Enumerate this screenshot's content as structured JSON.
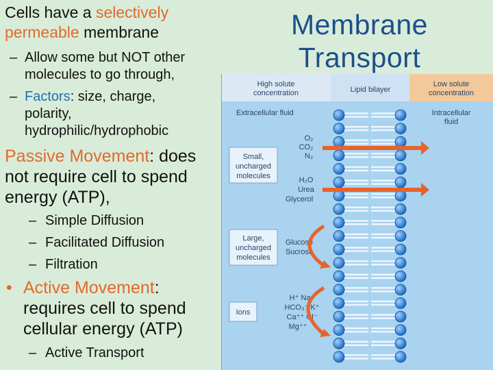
{
  "title": {
    "line1": "Membrane",
    "line2": "Transport"
  },
  "left": {
    "heading": {
      "pre": "Cells have a ",
      "accent": "selectively",
      "line2_accent": "permeable",
      "line2_post": " membrane"
    },
    "sub1": {
      "dash": "–",
      "line1": "Allow some but NOT other",
      "line2": "molecules to go through,"
    },
    "sub2": {
      "dash": "–",
      "accent": "Factors",
      "post": ": size, charge,",
      "line2": "polarity,",
      "line3": "hydrophilic/hydrophobic"
    },
    "passive": {
      "accent": "Passive Movement",
      "colon": ": does",
      "line2": "not require cell to spend",
      "line3": "energy (ATP),"
    },
    "passive_items": [
      {
        "dash": "–",
        "text": "Simple Diffusion"
      },
      {
        "dash": "–",
        "text": "Facilitated Diffusion"
      },
      {
        "dash": "–",
        "text": "Filtration"
      }
    ],
    "active": {
      "bullet": "•",
      "accent": "Active Movement",
      "colon": ":",
      "line2": "requires cell to spend",
      "line3": "cellular energy (ATP)"
    },
    "active_item": {
      "dash": "–",
      "text": "Active Transport"
    }
  },
  "figure": {
    "high_solute": {
      "line1": "High solute",
      "line2": "concentration"
    },
    "lipid_bilayer": "Lipid bilayer",
    "low_solute": {
      "line1": "Low solute",
      "line2": "concentration"
    },
    "extracellular": "Extracellular fluid",
    "intracellular": {
      "line1": "Intracellular",
      "line2": "fluid"
    },
    "small_box": {
      "line1": "Small,",
      "line2": "uncharged",
      "line3": "molecules"
    },
    "large_box": {
      "line1": "Large,",
      "line2": "uncharged",
      "line3": "molecules"
    },
    "ions_box": "Ions",
    "molecules_small": {
      "o2": "O₂",
      "co2": "CO₂",
      "n2": "N₂",
      "h2o": "H₂O",
      "urea": "Urea",
      "glycerol": "Glycerol"
    },
    "molecules_large": {
      "glucose": "Glucose",
      "sucrose": "Sucrose"
    },
    "ions": {
      "row1": "H⁺ Na⁺",
      "row2": "HCO₃⁻ K⁺",
      "row3": "Ca⁺⁺ Cl⁻",
      "row4": "Mg⁺⁺"
    },
    "colors": {
      "panel": "#a9d3ef",
      "header": "#dce9f5",
      "head_blue": "#1e74c9",
      "arrow": "#e8632a",
      "text": "#2a4466"
    }
  }
}
